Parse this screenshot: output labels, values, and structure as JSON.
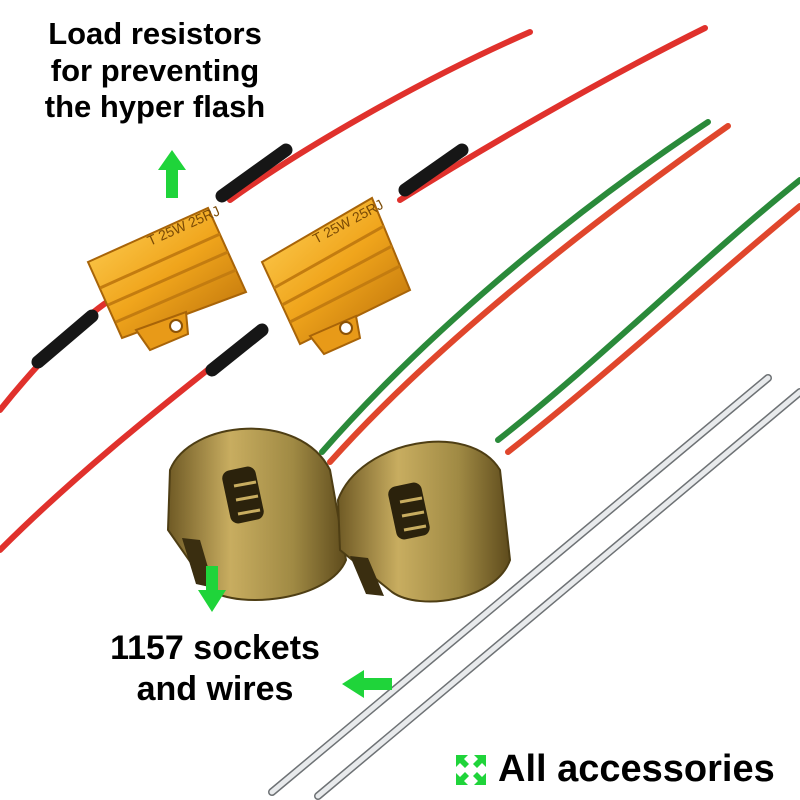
{
  "labels": {
    "resistors_line1": "Load resistors",
    "resistors_line2": "for preventing",
    "resistors_line3": "the hyper flash",
    "sockets_line1": "1157 sockets",
    "sockets_line2": "and wires",
    "accessories": "All accessories",
    "resistor_marking": "T 25W 25RJ"
  },
  "icons": {
    "resistor_arrow": "arrow-up-icon",
    "socket_arrow": "arrow-down-icon",
    "wire_arrow": "arrow-left-icon",
    "accessories_icon": "expand-arrows-icon"
  },
  "colors": {
    "arrow_green": "#1fd43a",
    "wire_red": "#e0312c",
    "wire_green": "#2a8a3a",
    "wire_white": "#e4e6e8",
    "resistor_gold": "#f0a51c",
    "socket_brass": "#a08a44"
  }
}
